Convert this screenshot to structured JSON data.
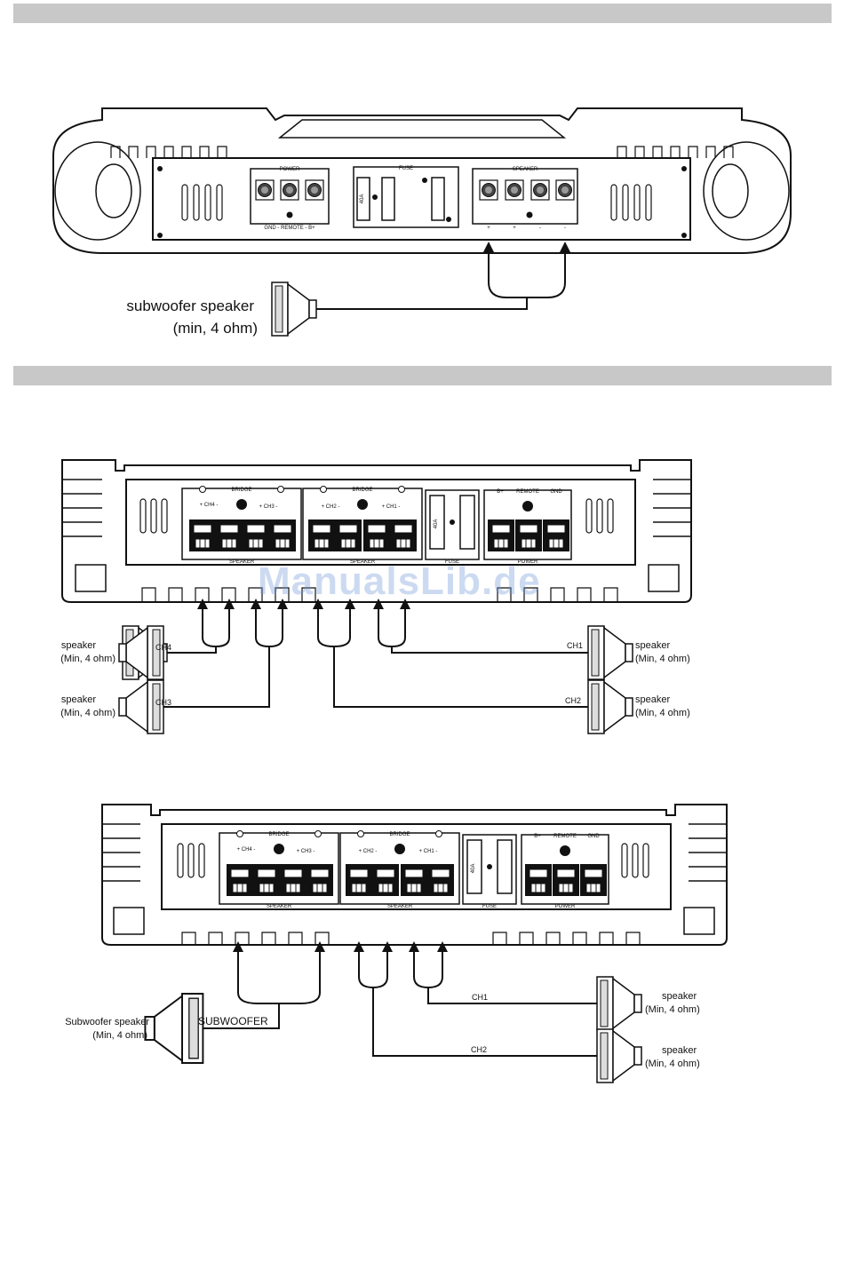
{
  "watermark": "ManualsLib.de",
  "diagram1": {
    "speaker_label_line1": "subwoofer speaker",
    "speaker_label_line2": "(min, 4 ohm)",
    "power_block_label": "POWER",
    "power_terminals_label": "GND - REMOTE - B+",
    "fuse_block_label": "FUSE",
    "fuse_text": "40A",
    "speaker_block_label": "SPEAKER",
    "speaker_polarity": [
      "+",
      "+",
      "-",
      "-"
    ]
  },
  "diagram2": {
    "bridge_label": "BRIDGE",
    "speaker_label": "SPEAKER",
    "fuse_label": "FUSE",
    "power_label": "POWER",
    "fuse_text": "40A",
    "power_terminals": [
      "B+",
      "REMOTE",
      "GND"
    ],
    "channel_labels": [
      "+ CH4 -",
      "+ CH3 -",
      "+ CH2 -",
      "+ CH1 -"
    ],
    "left_speakers": [
      {
        "line1": "speaker",
        "line2": "(Min, 4 ohm)",
        "channel": "CH4"
      },
      {
        "line1": "speaker",
        "line2": "(Min, 4 ohm)",
        "channel": "CH3"
      }
    ],
    "right_speakers": [
      {
        "line1": "speaker",
        "line2": "(Min, 4 ohm)",
        "channel": "CH1"
      },
      {
        "line1": "speaker",
        "line2": "(Min, 4 ohm)",
        "channel": "CH2"
      }
    ]
  },
  "diagram3": {
    "bridge_label": "BRIDGE",
    "speaker_label": "SPEAKER",
    "fuse_label": "FUSE",
    "power_label": "POWER",
    "fuse_text": "40A",
    "power_terminals": [
      "B+",
      "REMOTE",
      "GND"
    ],
    "channel_labels": [
      "+ CH4 -",
      "+ CH3 -",
      "+ CH2 -",
      "+ CH1 -"
    ],
    "sub_label_line1": "Subwoofer speaker",
    "sub_label_line2": "(Min, 4 ohm)",
    "sub_channel": "SUBWOOFER",
    "right_speakers": [
      {
        "line1": "speaker",
        "line2": "(Min, 4 ohm)",
        "channel": "CH1"
      },
      {
        "line1": "speaker",
        "line2": "(Min, 4 ohm)",
        "channel": "CH2"
      }
    ]
  }
}
